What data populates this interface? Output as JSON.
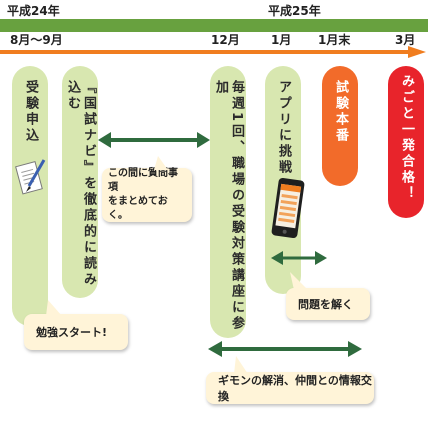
{
  "timeline": {
    "eras": [
      "平成24年",
      "平成25年"
    ],
    "ticks": [
      "8月〜9月",
      "12月",
      "1月",
      "1月末",
      "3月"
    ],
    "bar_color": "#68a13f",
    "arrow_color": "#f07d1f"
  },
  "pills": [
    {
      "label": "受験申込",
      "style": "green"
    },
    {
      "label": "『国試ナビ』を徹底的に読み込む",
      "style": "green"
    },
    {
      "label": "毎週1回、職場の受験対策講座に参加",
      "style": "green"
    },
    {
      "label": "アプリに挑戦",
      "style": "green"
    },
    {
      "label": "試験本番",
      "style": "orange"
    },
    {
      "label": "みごと一発合格！",
      "style": "red"
    }
  ],
  "callouts": {
    "start": "勉強スタート!",
    "questions": [
      "この間に質問事項",
      "をまとめておく。"
    ],
    "solve": "問題を解く",
    "exchange": "ギモンの解消、仲間との情報交換"
  },
  "icons": [
    "document-pen-icon",
    "smartphone-icon"
  ],
  "colors": {
    "green_pill": "#d8e7b0",
    "orange_pill": "#f26b2a",
    "red_pill": "#e8242b",
    "connector_arrow": "#2f6b3e",
    "callout_bg": "#fff4d8"
  }
}
